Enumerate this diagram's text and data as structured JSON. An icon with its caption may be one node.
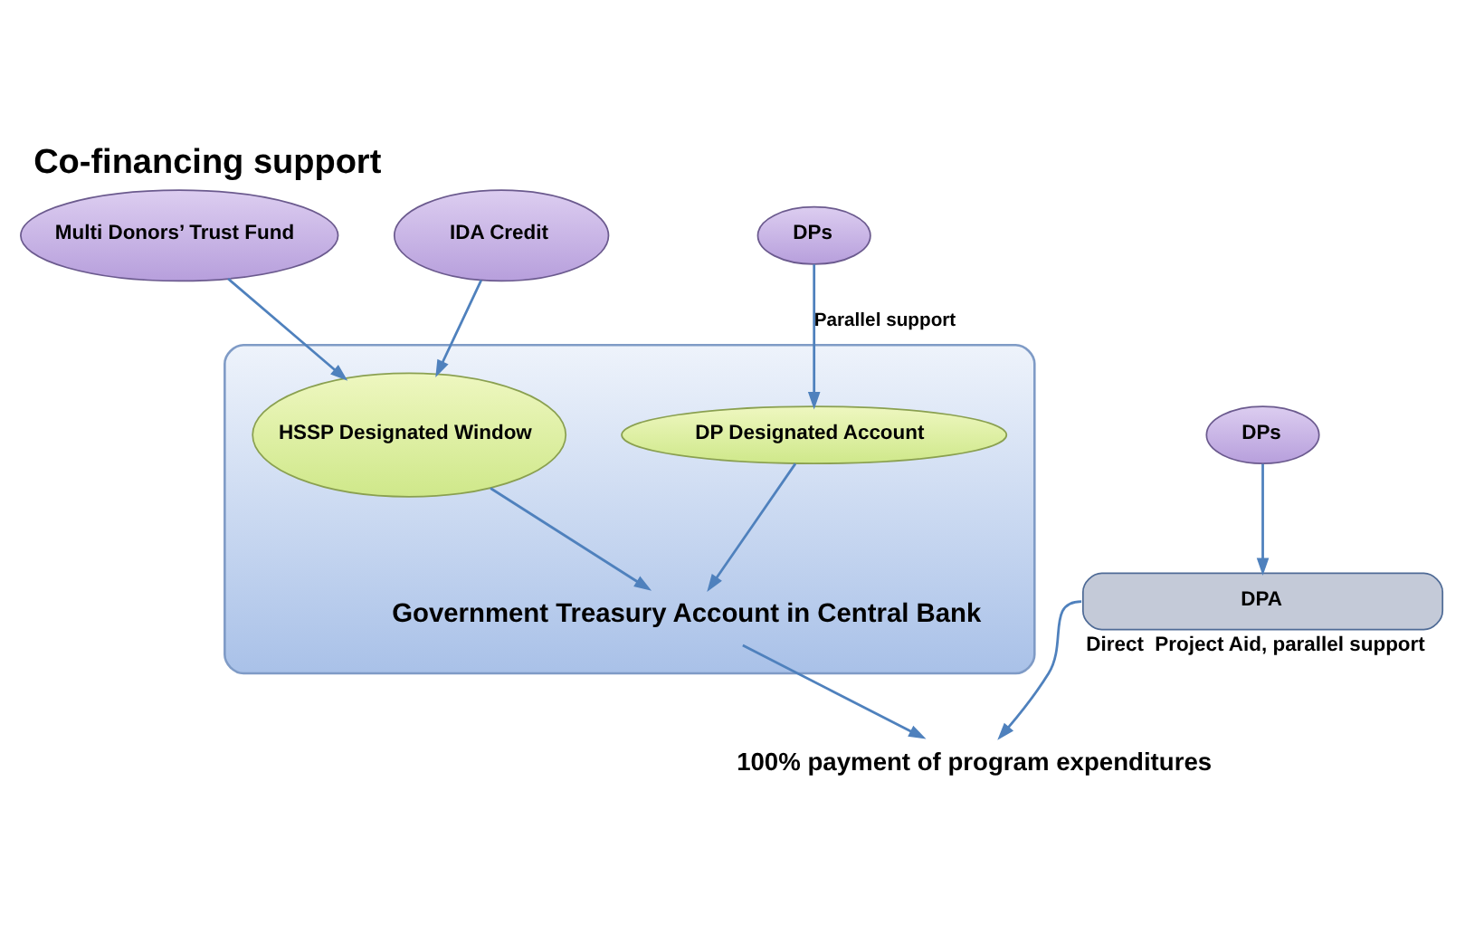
{
  "diagram": {
    "title": "Co-financing support",
    "nodes": [
      {
        "text": [
          "Multi Donors’ Trust Fund"
        ]
      },
      {
        "text": [
          "IDA Credit"
        ]
      },
      {
        "text": [
          "DPs"
        ]
      },
      {
        "text": [
          "DPs"
        ]
      },
      {
        "text": [
          "Government Treasury Account in Central Bank"
        ]
      },
      {
        "text": [
          "HSSP Designated Window"
        ],
        "in": 4
      },
      {
        "text": [
          "DP Designated Account"
        ],
        "in": 4
      },
      {
        "text": [
          "DPA"
        ],
        "beside": [
          "Direct  Project Aid, parallel support"
        ]
      },
      {
        "text": [
          "100% payment of program expenditures"
        ]
      }
    ],
    "edges": [
      {
        "from": 0,
        "to": 5,
        "arrow": "to"
      },
      {
        "from": 1,
        "to": 5,
        "arrow": "to"
      },
      {
        "from": 2,
        "to": 6,
        "arrow": "to",
        "label": "Parallel support"
      },
      {
        "from": 3,
        "to": 7,
        "arrow": "to"
      },
      {
        "from": 5,
        "to": 4,
        "arrow": "to"
      },
      {
        "from": 6,
        "to": 4,
        "arrow": "to"
      },
      {
        "from": 4,
        "to": 8,
        "arrow": "to"
      },
      {
        "from": 7,
        "to": 8,
        "arrow": "to"
      }
    ]
  }
}
